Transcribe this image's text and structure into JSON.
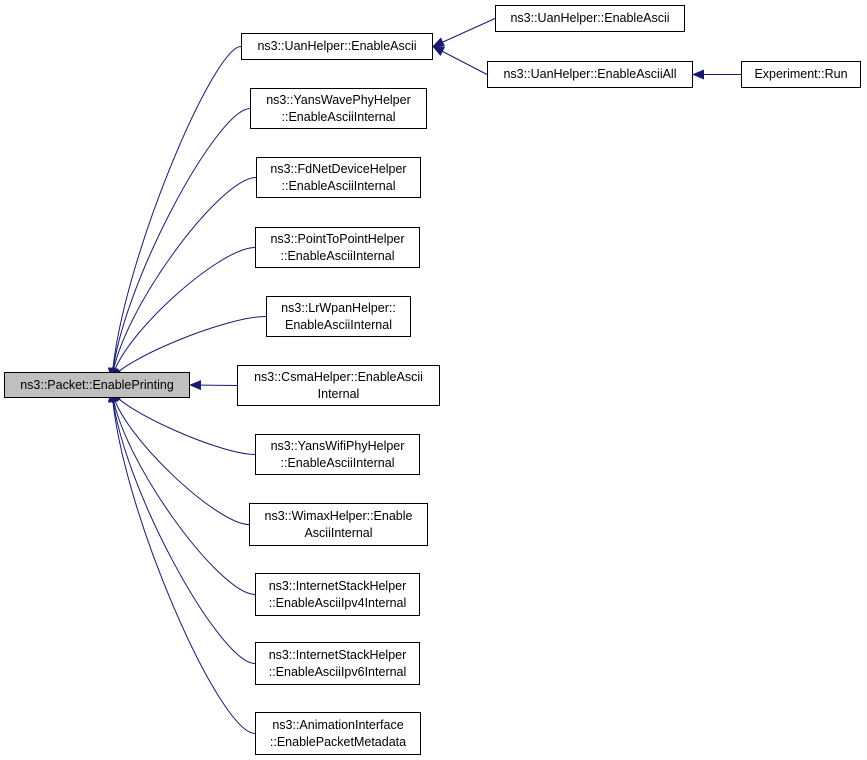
{
  "colors": {
    "edge": "#191970",
    "root_fill": "#bfbfbf",
    "node_fill": "#ffffff",
    "border": "#000000"
  },
  "nodes": {
    "packet_enable_printing": {
      "lines": [
        "ns3::Packet::EnablePrinting"
      ]
    },
    "uan_enable_ascii": {
      "lines": [
        "ns3::UanHelper::EnableAscii"
      ]
    },
    "uan_enable_ascii_2": {
      "lines": [
        "ns3::UanHelper::EnableAscii"
      ]
    },
    "uan_enable_ascii_all": {
      "lines": [
        "ns3::UanHelper::EnableAsciiAll"
      ]
    },
    "experiment_run": {
      "lines": [
        "Experiment::Run"
      ]
    },
    "yans_wave_phy": {
      "lines": [
        "ns3::YansWavePhyHelper",
        "::EnableAsciiInternal"
      ]
    },
    "fd_net_device": {
      "lines": [
        "ns3::FdNetDeviceHelper",
        "::EnableAsciiInternal"
      ]
    },
    "point_to_point": {
      "lines": [
        "ns3::PointToPointHelper",
        "::EnableAsciiInternal"
      ]
    },
    "lr_wpan": {
      "lines": [
        "ns3::LrWpanHelper::",
        "EnableAsciiInternal"
      ]
    },
    "csma": {
      "lines": [
        "ns3::CsmaHelper::EnableAscii",
        "Internal"
      ]
    },
    "yans_wifi_phy": {
      "lines": [
        "ns3::YansWifiPhyHelper",
        "::EnableAsciiInternal"
      ]
    },
    "wimax": {
      "lines": [
        "ns3::WimaxHelper::Enable",
        "AsciiInternal"
      ]
    },
    "internet_stack_v4": {
      "lines": [
        "ns3::InternetStackHelper",
        "::EnableAsciiIpv4Internal"
      ]
    },
    "internet_stack_v6": {
      "lines": [
        "ns3::InternetStackHelper",
        "::EnableAsciiIpv6Internal"
      ]
    },
    "animation_interface": {
      "lines": [
        "ns3::AnimationInterface",
        "::EnablePacketMetadata"
      ]
    }
  },
  "edges": [
    {
      "from": "uan_enable_ascii",
      "to": "packet_enable_printing"
    },
    {
      "from": "yans_wave_phy",
      "to": "packet_enable_printing"
    },
    {
      "from": "fd_net_device",
      "to": "packet_enable_printing"
    },
    {
      "from": "point_to_point",
      "to": "packet_enable_printing"
    },
    {
      "from": "lr_wpan",
      "to": "packet_enable_printing"
    },
    {
      "from": "csma",
      "to": "packet_enable_printing"
    },
    {
      "from": "yans_wifi_phy",
      "to": "packet_enable_printing"
    },
    {
      "from": "wimax",
      "to": "packet_enable_printing"
    },
    {
      "from": "internet_stack_v4",
      "to": "packet_enable_printing"
    },
    {
      "from": "internet_stack_v6",
      "to": "packet_enable_printing"
    },
    {
      "from": "animation_interface",
      "to": "packet_enable_printing"
    },
    {
      "from": "uan_enable_ascii_2",
      "to": "uan_enable_ascii"
    },
    {
      "from": "uan_enable_ascii_all",
      "to": "uan_enable_ascii"
    },
    {
      "from": "experiment_run",
      "to": "uan_enable_ascii_all"
    }
  ]
}
